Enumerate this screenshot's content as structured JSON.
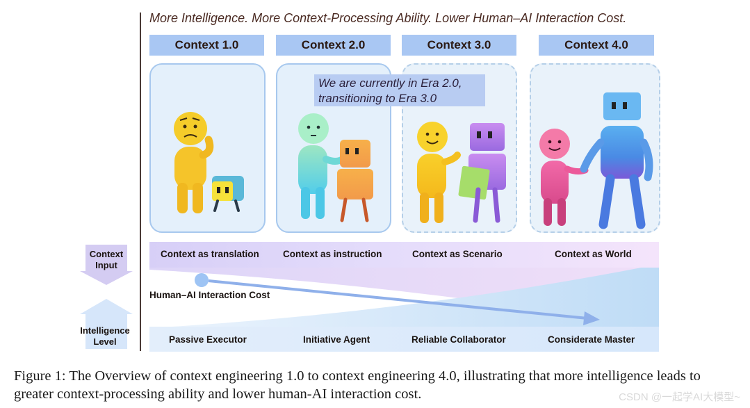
{
  "tagline": "More Intelligence. More Context-Processing Ability. Lower Human–AI Interaction Cost.",
  "eras": [
    {
      "label": "Context 1.0",
      "panel_style": "solid",
      "input": "Context as translation",
      "level": "Passive Executor"
    },
    {
      "label": "Context 2.0",
      "panel_style": "solid",
      "input": "Context as instruction",
      "level": "Initiative Agent"
    },
    {
      "label": "Context 3.0",
      "panel_style": "dashed",
      "input": "Context as Scenario",
      "level": "Reliable Collaborator"
    },
    {
      "label": "Context 4.0",
      "panel_style": "dashed",
      "input": "Context as World",
      "level": "Considerate Master"
    }
  ],
  "note": {
    "line1": "We are currently  in Era 2.0,",
    "line2": "transitioning to Era 3.0"
  },
  "side_labels": {
    "context_input": [
      "Context",
      "Input"
    ],
    "intelligence_level": [
      "Intelligence",
      "Level"
    ]
  },
  "cost_label": "Human–AI Interaction Cost",
  "caption": "Figure 1: The Overview of context engineering 1.0 to context engineering 4.0, illustrating that more intelligence leads to greater context-processing ability and lower human-AI interaction cost.",
  "watermark": "CSDN @一起学AI大模型~",
  "colors": {
    "era_label_bg": "#a9c7f3",
    "panel_bg": "#e4f0fb",
    "panel_border": "#a7c8ee",
    "note_bg": "#b8ccf2",
    "arrow": "#8fb0ea",
    "input_band": "#d7cff7",
    "level_band": "#d6e7fb"
  }
}
